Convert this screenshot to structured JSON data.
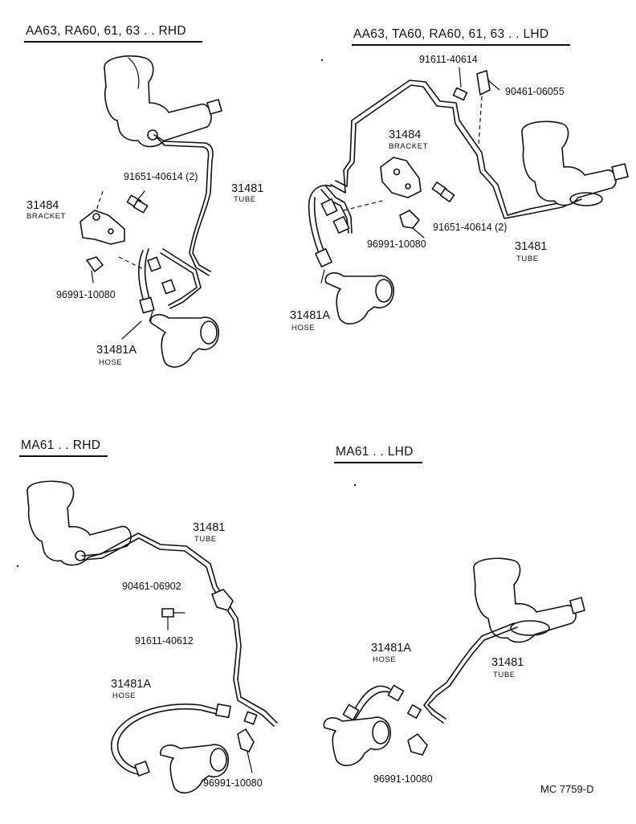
{
  "sections": {
    "top_left_title": "AA63, RA60, 61, 63 . . RHD",
    "top_right_title": "AA63, TA60, RA60, 61, 63 . . LHD",
    "bottom_left_title": "MA61 . . RHD",
    "bottom_right_title": "MA61 . . LHD"
  },
  "labels": {
    "tl_bolt": "91651-40614 (2)",
    "tl_tube": "31481",
    "tl_tube_sub": "TUBE",
    "tl_bracket": "31484",
    "tl_bracket_sub": "BRACKET",
    "tl_clip": "96991-10080",
    "tl_hose": "31481A",
    "tl_hose_sub": "HOSE",
    "tr_bolt_top": "91611-40614",
    "tr_clamp": "90461-06055",
    "tr_bracket": "31484",
    "tr_bracket_sub": "BRACKET",
    "tr_bolt": "91651-40614 (2)",
    "tr_clip": "96991-10080",
    "tr_tube": "31481",
    "tr_tube_sub": "TUBE",
    "tr_hose": "31481A",
    "tr_hose_sub": "HOSE",
    "bl_tube": "31481",
    "bl_tube_sub": "TUBE",
    "bl_clamp": "90461-06902",
    "bl_bolt": "91611-40612",
    "bl_hose": "31481A",
    "bl_hose_sub": "HOSE",
    "bl_clip": "96991-10080",
    "br_hose": "31481A",
    "br_hose_sub": "HOSE",
    "br_tube": "31481",
    "br_tube_sub": "TUBE",
    "br_clip": "96991-10080"
  },
  "footer": {
    "code": "MC  7759-D"
  }
}
